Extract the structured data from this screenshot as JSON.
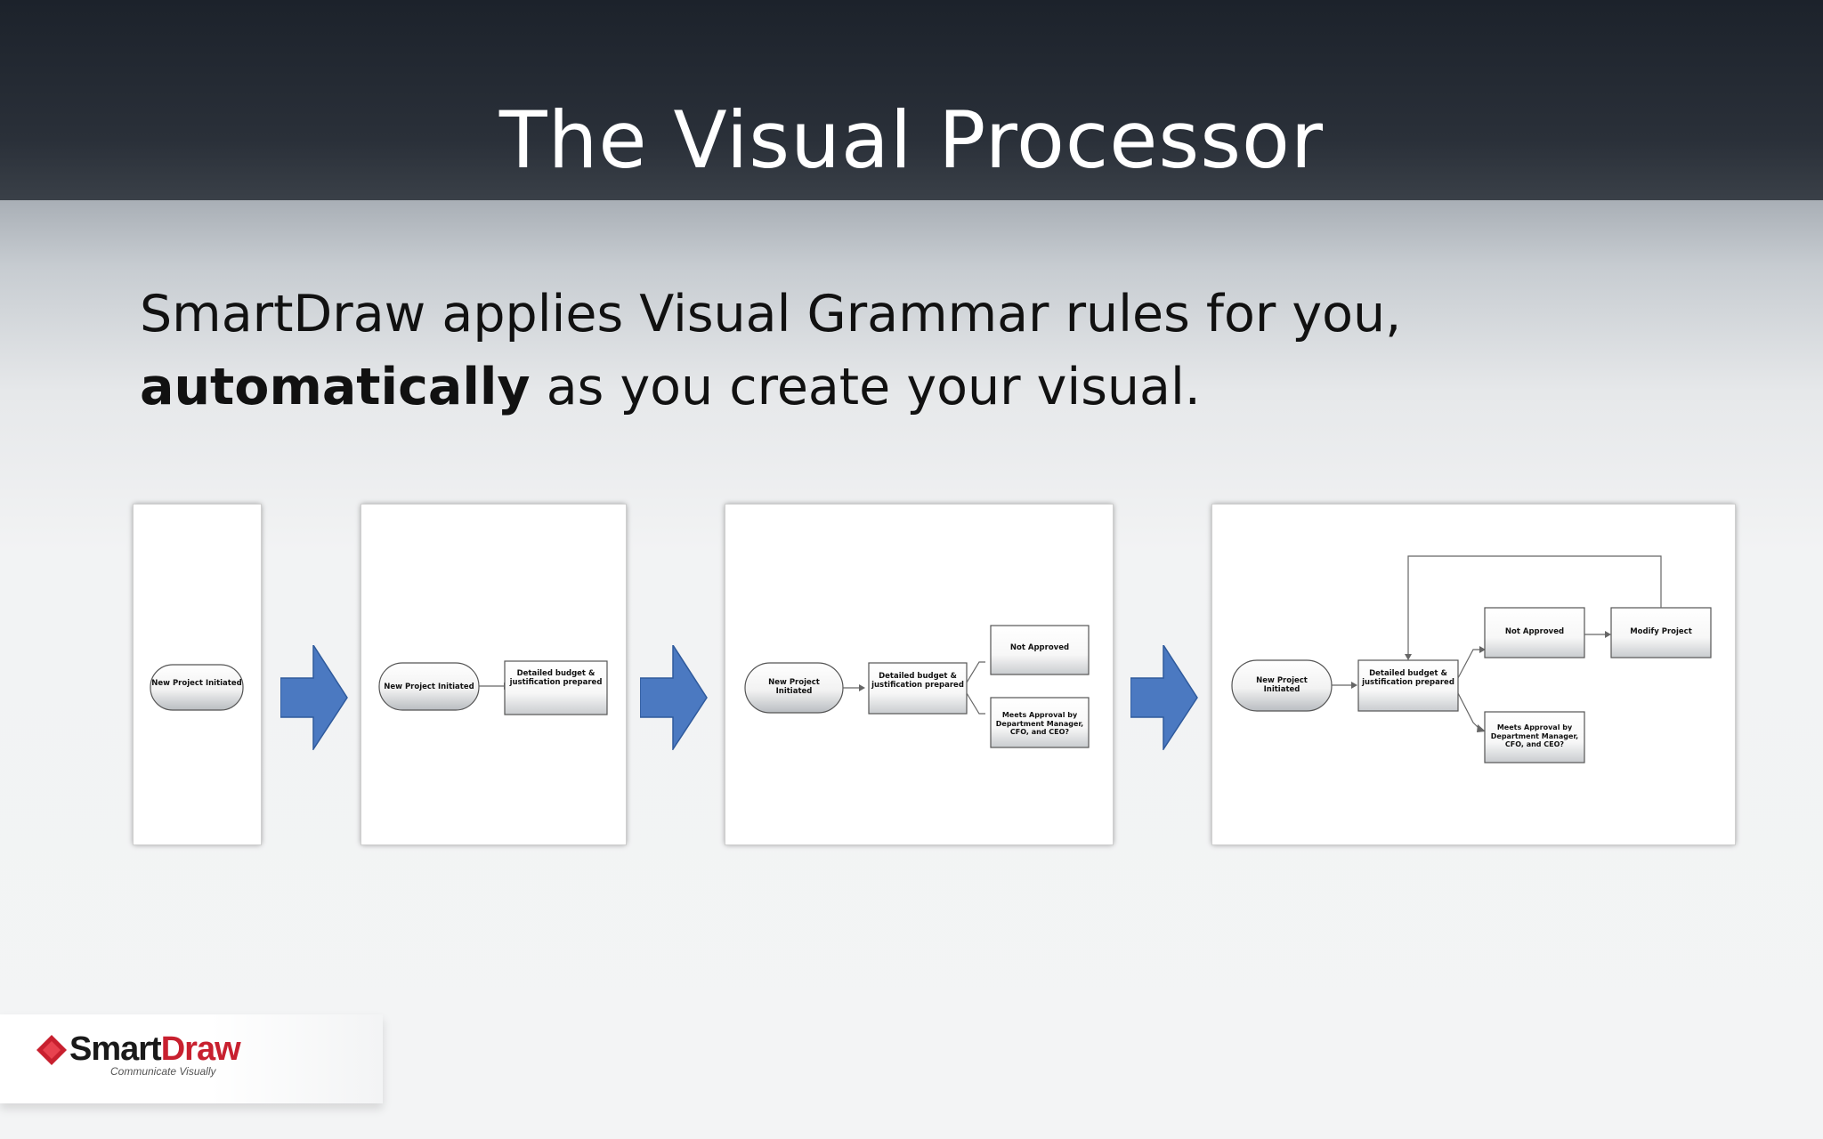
{
  "slide": {
    "title": "The Visual Processor",
    "subtitle_line1": "SmartDraw applies Visual Grammar rules for you,",
    "subtitle_bold": "automatically",
    "subtitle_rest": " as you create your visual."
  },
  "panels": [
    {
      "nodes": {
        "start": "New Project Initiated"
      }
    },
    {
      "nodes": {
        "start": "New Project Initiated",
        "budget": "Detailed budget & justification prepared"
      }
    },
    {
      "nodes": {
        "start": "New Project Initiated",
        "budget": "Detailed budget & justification prepared",
        "not_approved": "Not Approved",
        "meets": "Meets Approval by Department Manager, CFO, and CEO?"
      }
    },
    {
      "nodes": {
        "start": "New Project Initiated",
        "budget": "Detailed budget & justification prepared",
        "not_approved": "Not Approved",
        "modify": "Modify Project",
        "meets": "Meets Approval by Department Manager, CFO, and CEO?"
      }
    }
  ],
  "colors": {
    "arrow_fill": "#4b79c1",
    "header_bg": "#22282f"
  },
  "logo": {
    "brand_smart": "Smart",
    "brand_draw": "Draw",
    "tagline": "Communicate Visually"
  }
}
